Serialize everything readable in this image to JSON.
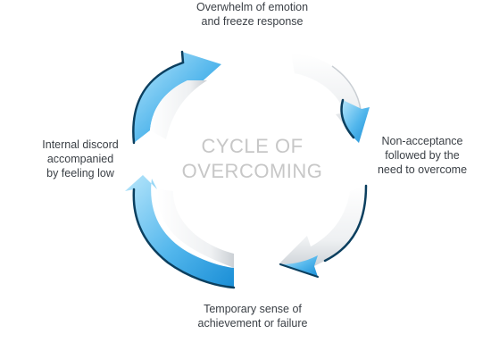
{
  "center": {
    "line1": "CYCLE OF",
    "line2": "OVERCOMING"
  },
  "stages": [
    {
      "id": "top",
      "line1": "Overwhelm of emotion",
      "line2": "and freeze response"
    },
    {
      "id": "right",
      "line1": "Non-acceptance",
      "line2": "followed by the",
      "line3": "need to overcome"
    },
    {
      "id": "bottom",
      "line1": "Temporary sense of",
      "line2": "achievement or failure"
    },
    {
      "id": "left",
      "line1": "Internal discord",
      "line2": "accompanied",
      "line3": "by feeling low"
    }
  ],
  "colors": {
    "arrow_blue_light": "#8fd4f5",
    "arrow_blue_dark": "#1a8ed6",
    "arrow_edge": "#0b3f5f",
    "ribbon_white": "#ffffff",
    "ribbon_shadow": "#c9ced3",
    "label_text": "#3a3f45",
    "title_text": "#c7c7c7"
  }
}
